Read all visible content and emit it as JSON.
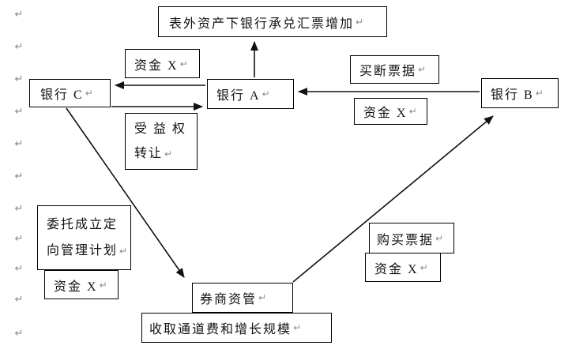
{
  "glyphs": {
    "return_mark": "↵"
  },
  "colors": {
    "background": "#ffffff",
    "line": "#111111",
    "text": "#111111",
    "paragraph_mark": "#8a8a8a"
  },
  "nodes": {
    "increase": {
      "label": "表外资产下银行承兑汇票增加"
    },
    "fund_top": {
      "label": "资金 X"
    },
    "bank_c": {
      "label": "银行 C"
    },
    "bank_a": {
      "label": "银行 A"
    },
    "buyout": {
      "label": "买断票据"
    },
    "fund_right": {
      "label": "资金 X"
    },
    "bank_b": {
      "label": "银行 B"
    },
    "beneficial": {
      "line1": "受 益 权",
      "line2": "转让"
    },
    "entrust": {
      "line1": "委托成立定",
      "line2": "向管理计划"
    },
    "fund_left": {
      "label": "资金 X"
    },
    "purchase": {
      "label": "购买票据"
    },
    "fund_bottom_right": {
      "label": "资金 X"
    },
    "brokerage": {
      "label": "券商资管"
    },
    "collect": {
      "label": "收取通道费和增长规模"
    }
  },
  "edges": [
    {
      "from": "bank_a",
      "to": "increase"
    },
    {
      "from": "bank_a",
      "to": "bank_c"
    },
    {
      "from": "bank_c",
      "to": "bank_a"
    },
    {
      "from": "bank_b",
      "to": "bank_a"
    },
    {
      "from": "bank_c",
      "to": "brokerage"
    },
    {
      "from": "brokerage",
      "to": "bank_b"
    }
  ]
}
